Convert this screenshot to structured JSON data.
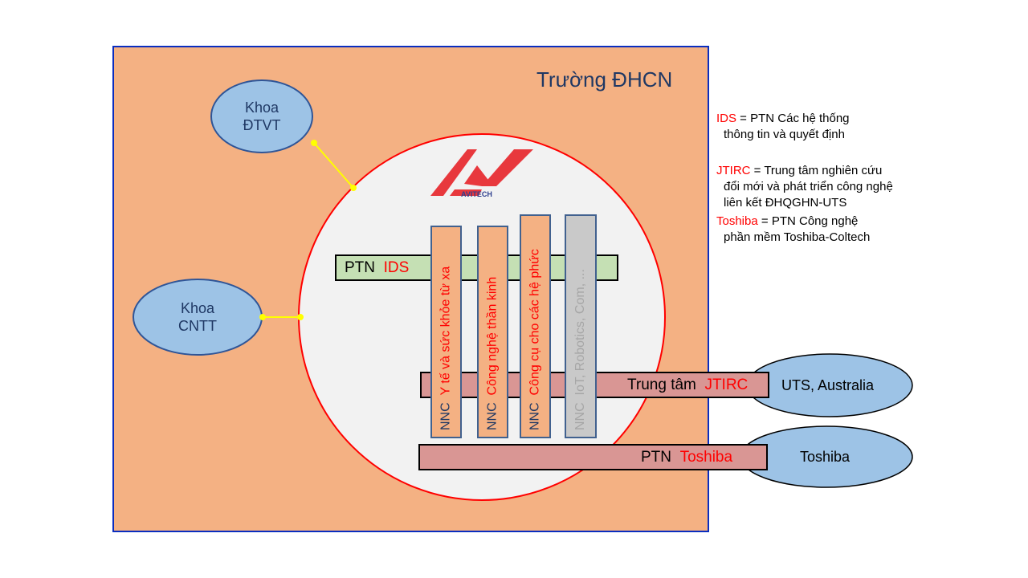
{
  "school": {
    "title": "Trường ĐHCN"
  },
  "faculties": [
    {
      "line1": "Khoa",
      "line2": "ĐTVT"
    },
    {
      "line1": "Khoa",
      "line2": "CNTT"
    }
  ],
  "logo": {
    "brand_text": "AVITECH",
    "colors": {
      "primary": "#e8383d",
      "text": "#2e3f8f"
    }
  },
  "labs": {
    "ids": {
      "prefix": "PTN",
      "name": "IDS"
    },
    "jtirc": {
      "prefix": "Trung tâm",
      "name": "JTIRC"
    },
    "toshiba": {
      "prefix": "PTN",
      "name": "Toshiba"
    }
  },
  "research_groups": [
    {
      "prefix": "NNC",
      "topic": "Y tế và sức khỏe từ xa",
      "style": "active"
    },
    {
      "prefix": "NNC",
      "topic": "Công nghệ thần kinh",
      "style": "active"
    },
    {
      "prefix": "NNC",
      "topic": "Công cụ cho các hệ phức",
      "style": "active"
    },
    {
      "prefix": "NNC",
      "topic": "IoT, Robotics, Com, ...",
      "style": "inactive"
    }
  ],
  "partners": [
    {
      "name": "UTS, Australia"
    },
    {
      "name": "Toshiba"
    }
  ],
  "legend": [
    {
      "key": "IDS",
      "sep": " = ",
      "line1": "PTN Các hệ thống",
      "rest": [
        "thông tin và quyết định"
      ]
    },
    {
      "key": "JTIRC",
      "sep": "  = ",
      "line1": "Trung  tâm nghiên cứu",
      "rest": [
        "đổi mới và  phát triển  công nghệ",
        "liên kết ĐHQGHN-UTS"
      ]
    },
    {
      "key": "Toshiba",
      "sep": " = ",
      "line1": "PTN  Công nghệ",
      "rest": [
        "phần mềm Toshiba-Coltech"
      ]
    }
  ],
  "colors": {
    "school_fill": "#f4b183",
    "school_border": "#0a2dbf",
    "ellipse_fill": "#9dc3e6",
    "ellipse_border": "#2f5597",
    "circle_fill": "#f2f2f2",
    "circle_border": "#ff0000",
    "ids_bar": "#c5e0b4",
    "pink_bar": "#d99694",
    "connector": "#ffff00",
    "highlight_text": "#ff0000"
  }
}
